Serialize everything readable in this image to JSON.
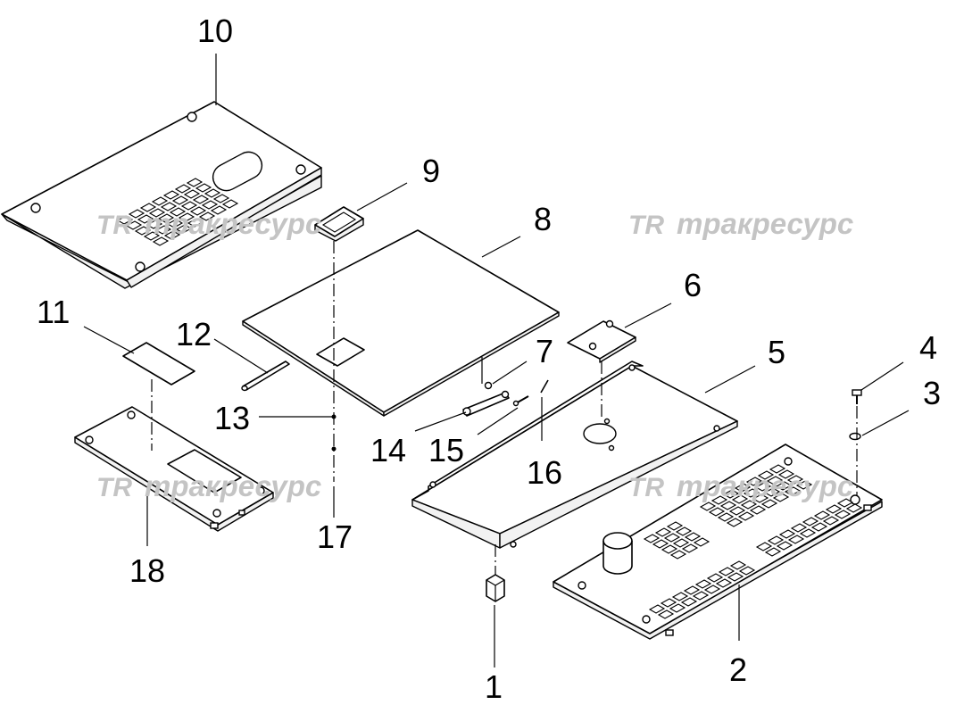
{
  "watermark": {
    "logo": "TR",
    "text": "тракресурс"
  },
  "callouts": [
    {
      "id": "1",
      "label": "1"
    },
    {
      "id": "2",
      "label": "2"
    },
    {
      "id": "3",
      "label": "3"
    },
    {
      "id": "4",
      "label": "4"
    },
    {
      "id": "5",
      "label": "5"
    },
    {
      "id": "6",
      "label": "6"
    },
    {
      "id": "7",
      "label": "7"
    },
    {
      "id": "8",
      "label": "8"
    },
    {
      "id": "9",
      "label": "9"
    },
    {
      "id": "10",
      "label": "10"
    },
    {
      "id": "11",
      "label": "11"
    },
    {
      "id": "12",
      "label": "12"
    },
    {
      "id": "13",
      "label": "13"
    },
    {
      "id": "14",
      "label": "14"
    },
    {
      "id": "15",
      "label": "15"
    },
    {
      "id": "16",
      "label": "16"
    },
    {
      "id": "17",
      "label": "17"
    },
    {
      "id": "18",
      "label": "18"
    }
  ]
}
